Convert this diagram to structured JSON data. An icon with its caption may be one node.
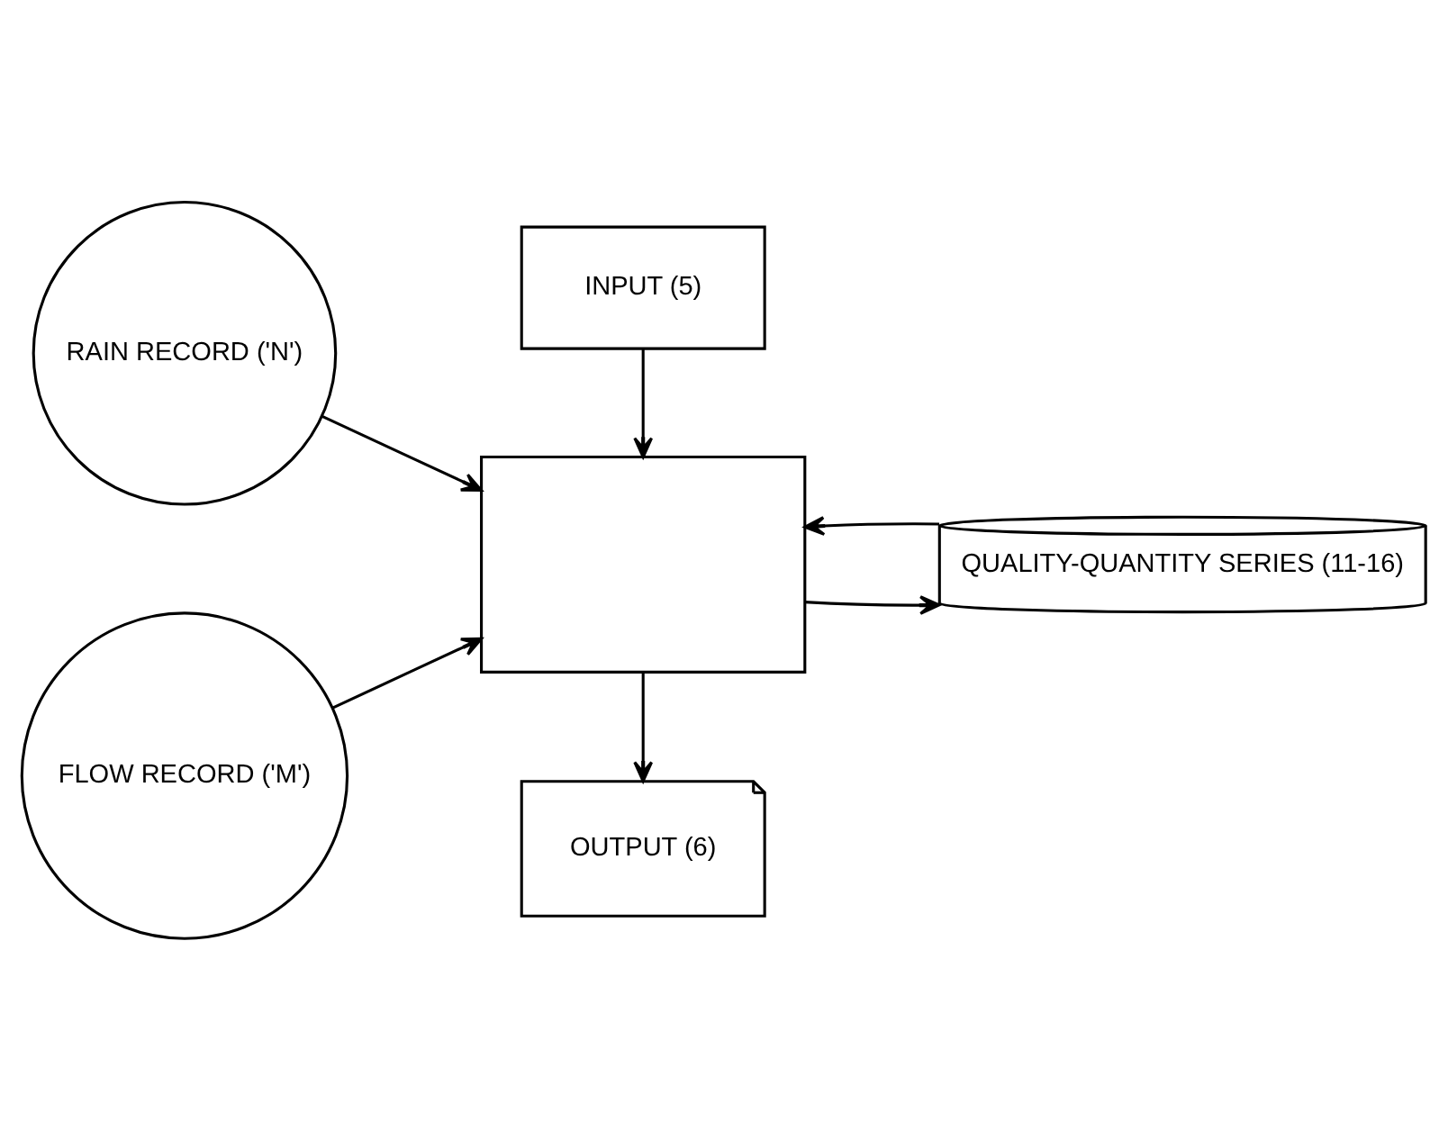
{
  "diagram": {
    "nodes": [
      {
        "text": [
          "INPUT (5)"
        ]
      },
      {
        "text": [
          "RAIN RECORD ('N')"
        ]
      },
      {
        "text": [],
        "shape": "box"
      },
      {
        "text": [
          "QUALITY-QUANTITY SERIES (11-16)"
        ]
      },
      {
        "text": [
          "FLOW RECORD ('M')"
        ]
      },
      {
        "text": [
          "OUTPUT (6)"
        ]
      }
    ],
    "edges": [
      {
        "from": 0,
        "to": 2,
        "arrow": "to"
      },
      {
        "from": 1,
        "to": 2,
        "arrow": "to"
      },
      {
        "from": 4,
        "to": 2,
        "arrow": "to"
      },
      {
        "from": 2,
        "to": 3,
        "arrow": "to"
      },
      {
        "from": 3,
        "to": 2,
        "arrow": "to"
      },
      {
        "from": 2,
        "to": 5,
        "arrow": "to"
      }
    ]
  }
}
